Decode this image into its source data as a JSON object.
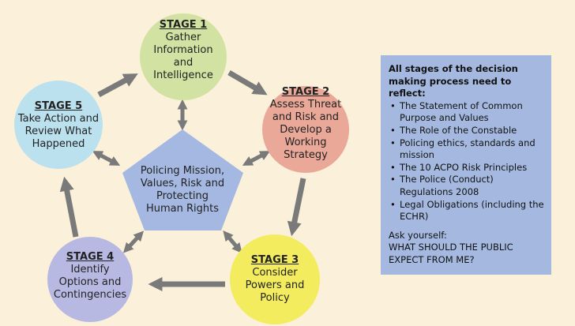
{
  "stages": [
    {
      "head": "STAGE 1",
      "body": "Gather\nInformation\nand\nIntelligence",
      "color": "#d2e2a3"
    },
    {
      "head": "STAGE 2",
      "body": "Assess Threat\nand Risk and\nDevelop a\nWorking\nStrategy",
      "color": "#eaa899"
    },
    {
      "head": "STAGE 3",
      "body": "Consider\nPowers and\nPolicy",
      "color": "#f3ec5e"
    },
    {
      "head": "STAGE 4",
      "body": "Identify\nOptions and\nContingencies",
      "color": "#b8b9e2"
    },
    {
      "head": "STAGE 5",
      "body": "Take Action and\nReview What\nHappened",
      "color": "#bbe1ee"
    }
  ],
  "center": {
    "text": "Policing Mission,\nValues, Risk and\nProtecting\nHuman Rights",
    "color": "#a4b8e1"
  },
  "box": {
    "title": "All stages of the decision making process need to reflect:",
    "items": [
      "The Statement of Common Purpose and Values",
      "The Role of the Constable",
      "Policing ethics, standards and mission",
      "The 10 ACPO Risk Principles",
      "The Police (Conduct) Regulations 2008",
      "Legal Obligations (including the ECHR)"
    ],
    "ask_label": "Ask yourself:",
    "ask_question": "WHAT SHOULD THE PUBLIC EXPECT FROM ME?",
    "color": "#a5b9e0"
  },
  "colors": {
    "background": "#fbf1db",
    "arrow": "#7a7a7a"
  }
}
